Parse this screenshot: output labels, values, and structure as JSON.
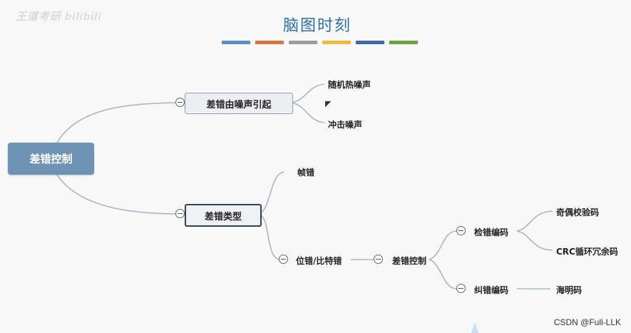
{
  "watermark": "王道考研 bilibili",
  "title": "脑图时刻",
  "color_bars": [
    "#5b8ec3",
    "#d9773a",
    "#9d9d9d",
    "#f0b93a",
    "#3f67ad",
    "#6aa33f"
  ],
  "mindmap": {
    "root": "差错控制",
    "noise_cause": {
      "label": "差错由噪声引起",
      "children": [
        "随机热噪声",
        "冲击噪声"
      ]
    },
    "error_types": {
      "label": "差错类型",
      "frame_error": "帧错",
      "bit_error": "位错/比特错",
      "control": "差错控制",
      "detection": {
        "label": "检错编码",
        "children": [
          "奇偶校验码",
          "CRC循环冗余码"
        ]
      },
      "correction": {
        "label": "纠错编码",
        "children": [
          "海明码"
        ]
      }
    }
  },
  "footer": "CSDN @Full-LLK"
}
